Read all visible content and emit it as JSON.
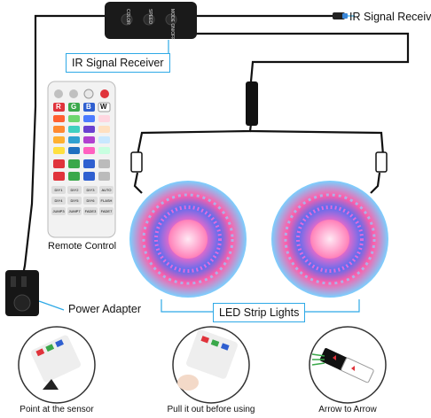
{
  "labels": {
    "ir_receiver_top": "IR Signal Receiver",
    "ir_receiver_mid": "IR Signal Receiver",
    "remote_control": "Remote Control",
    "power_adapter": "Power Adapter",
    "led_strip_lights": "LED Strip Lights"
  },
  "controller": {
    "buttons": [
      "COLOR",
      "SPEED",
      "MODE ON/OFF"
    ]
  },
  "remote": {
    "top_row": [
      "⬦",
      "◔",
      "▶",
      "⏻"
    ],
    "rgbw_row": [
      "R",
      "G",
      "B",
      "W"
    ],
    "diy_buttons": [
      "DIY1",
      "DIY2",
      "DIY3",
      "AUTO",
      "DIY4",
      "DIY5",
      "DIY6",
      "FLASH",
      "JUMP3",
      "JUMP7",
      "FADE3",
      "FADE7"
    ]
  },
  "steps": [
    {
      "caption": "Point at the sensor",
      "icon": "remote-hand-icon"
    },
    {
      "caption": "Pull it out before using",
      "icon": "pull-tab-icon"
    },
    {
      "caption": "Arrow to Arrow",
      "icon": "connector-arrow-icon"
    }
  ],
  "colors": {
    "accent_line": "#2ea9e6",
    "cable": "#111111"
  }
}
